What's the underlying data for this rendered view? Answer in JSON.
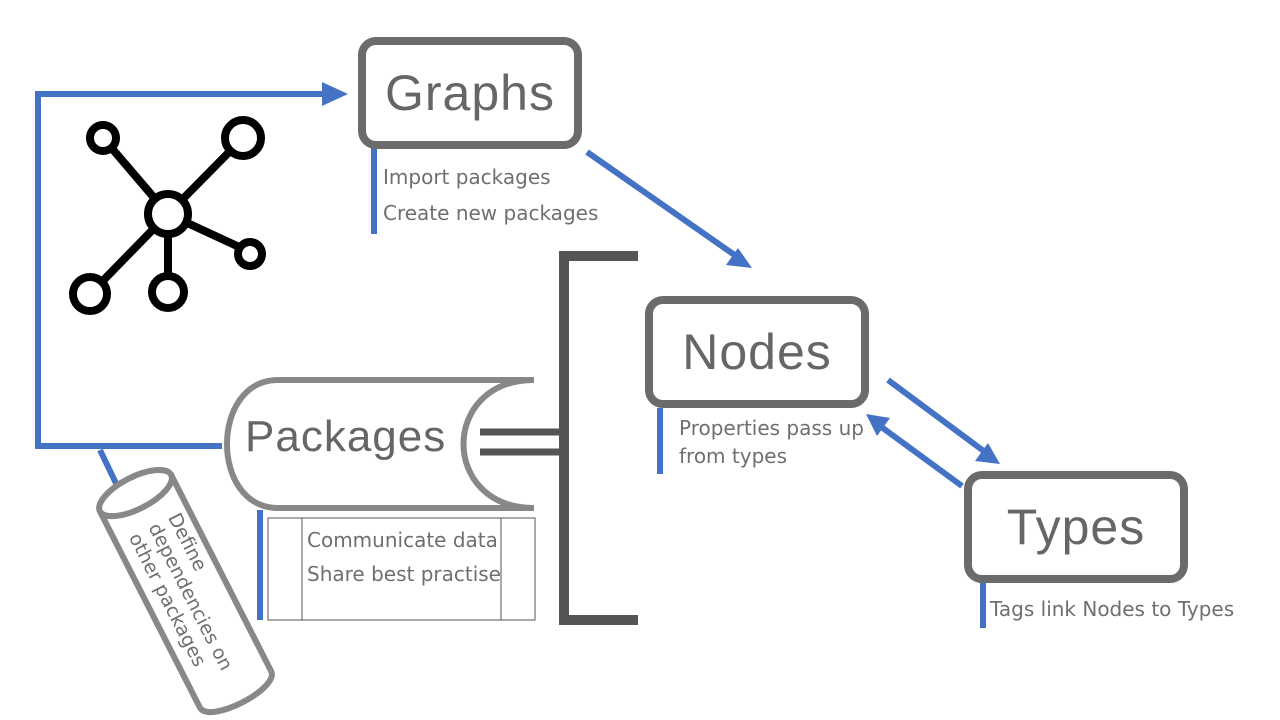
{
  "colors": {
    "accent": "#4472C4",
    "box_border": "#6b6b6b",
    "text": "#666666"
  },
  "icons": {
    "graph": "network-graph-icon"
  },
  "nodes": {
    "graphs": {
      "title": "Graphs",
      "notes": [
        "Import packages",
        "Create new packages"
      ]
    },
    "nodes": {
      "title": "Nodes",
      "notes": [
        "Properties pass up",
        "from types"
      ]
    },
    "types": {
      "title": "Types",
      "notes": [
        "Tags link Nodes to Types"
      ]
    },
    "packages": {
      "title": "Packages",
      "notes": [
        "Communicate data",
        "Share best practise"
      ]
    },
    "dependencies": {
      "lines": [
        "Define",
        "dependencies on",
        "other packages"
      ]
    }
  }
}
